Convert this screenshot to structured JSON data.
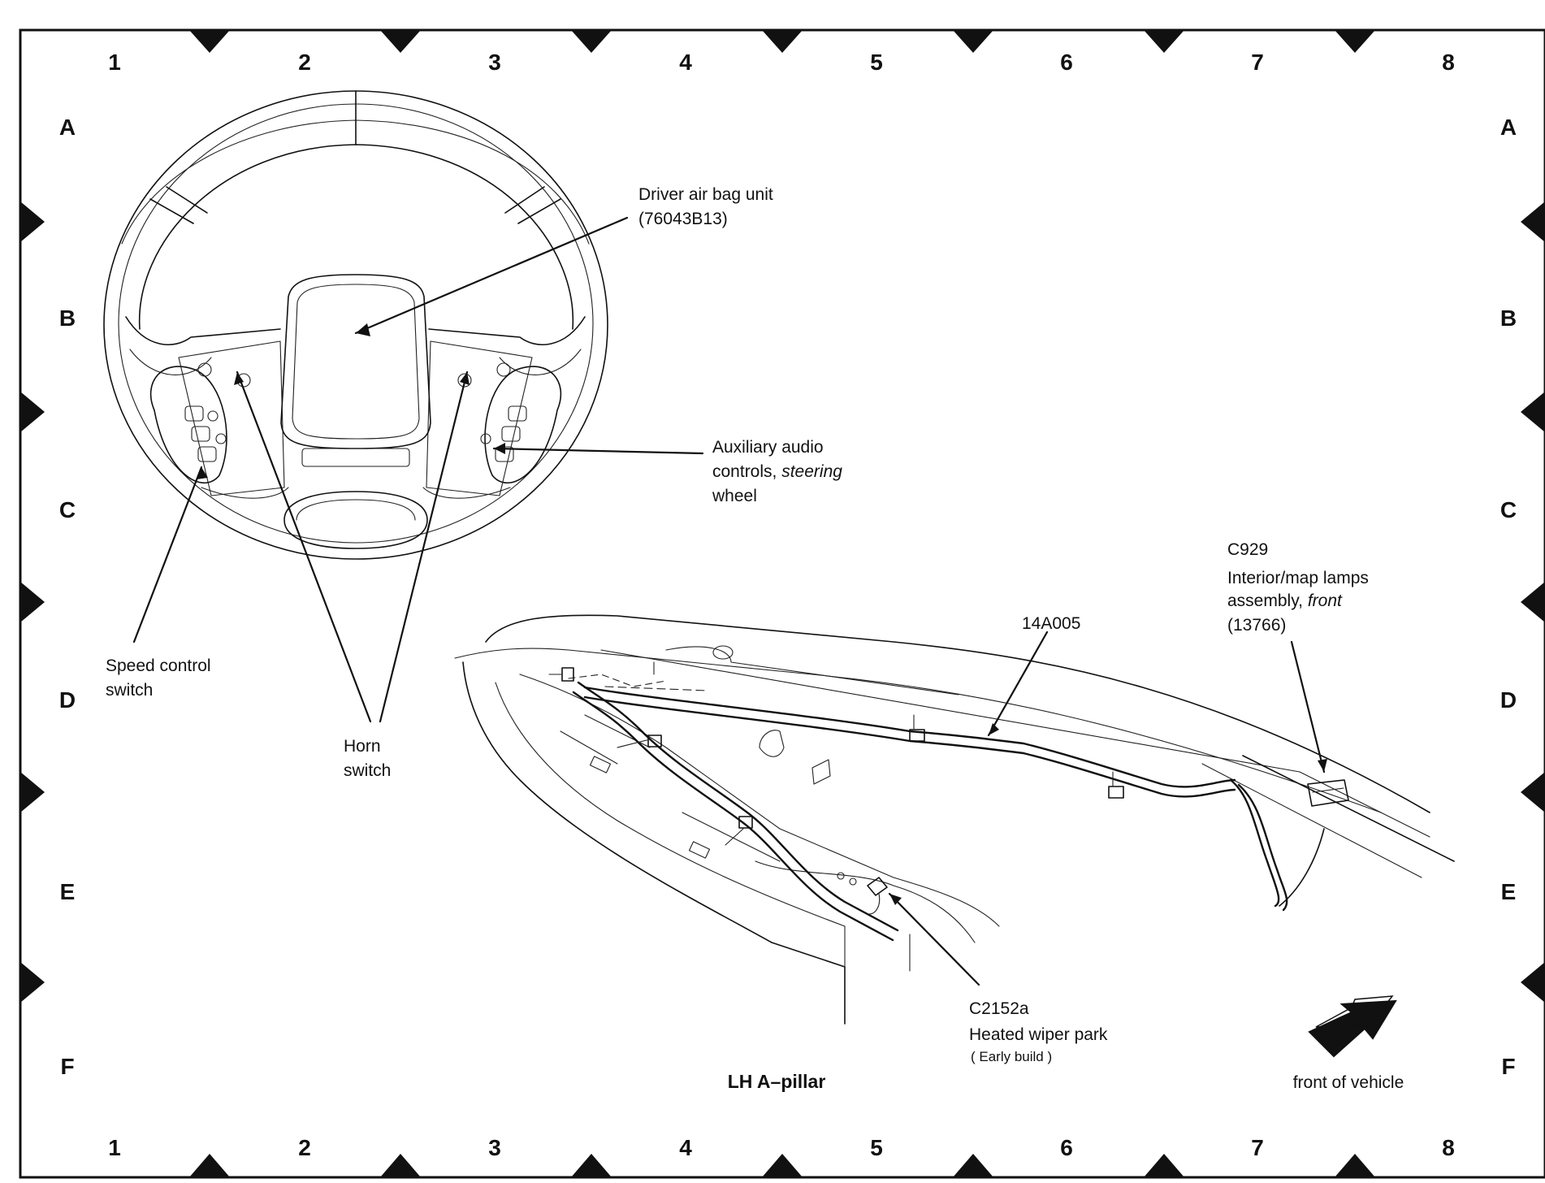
{
  "grid": {
    "columns": [
      "1",
      "2",
      "3",
      "4",
      "5",
      "6",
      "7",
      "8"
    ],
    "rows": [
      "A",
      "B",
      "C",
      "D",
      "E",
      "F"
    ]
  },
  "components": {
    "driver_airbag": {
      "name": "Driver air bag unit",
      "part": "(76043B13)"
    },
    "aux_audio": {
      "line1": "Auxiliary audio",
      "line2": "controls,",
      "line2_italic": "steering",
      "line3": "wheel"
    },
    "speed_control": {
      "line1": "Speed control",
      "line2": "switch"
    },
    "horn_switch": {
      "line1": "Horn",
      "line2": "switch"
    },
    "harness": {
      "part": "14A005"
    },
    "c929": {
      "connector": "C929",
      "line1": "Interior/map lamps",
      "line2": "assembly,",
      "line2_italic": "front",
      "part": "(13766)"
    },
    "c2152a": {
      "connector": "C2152a",
      "line1": "Heated wiper park",
      "note": "( Early build )"
    }
  },
  "caption": "LH A–pillar",
  "orientation": {
    "label": "front of vehicle",
    "icon": "arrow-icon"
  },
  "colors": {
    "ink": "#111111",
    "background": "#ffffff"
  }
}
